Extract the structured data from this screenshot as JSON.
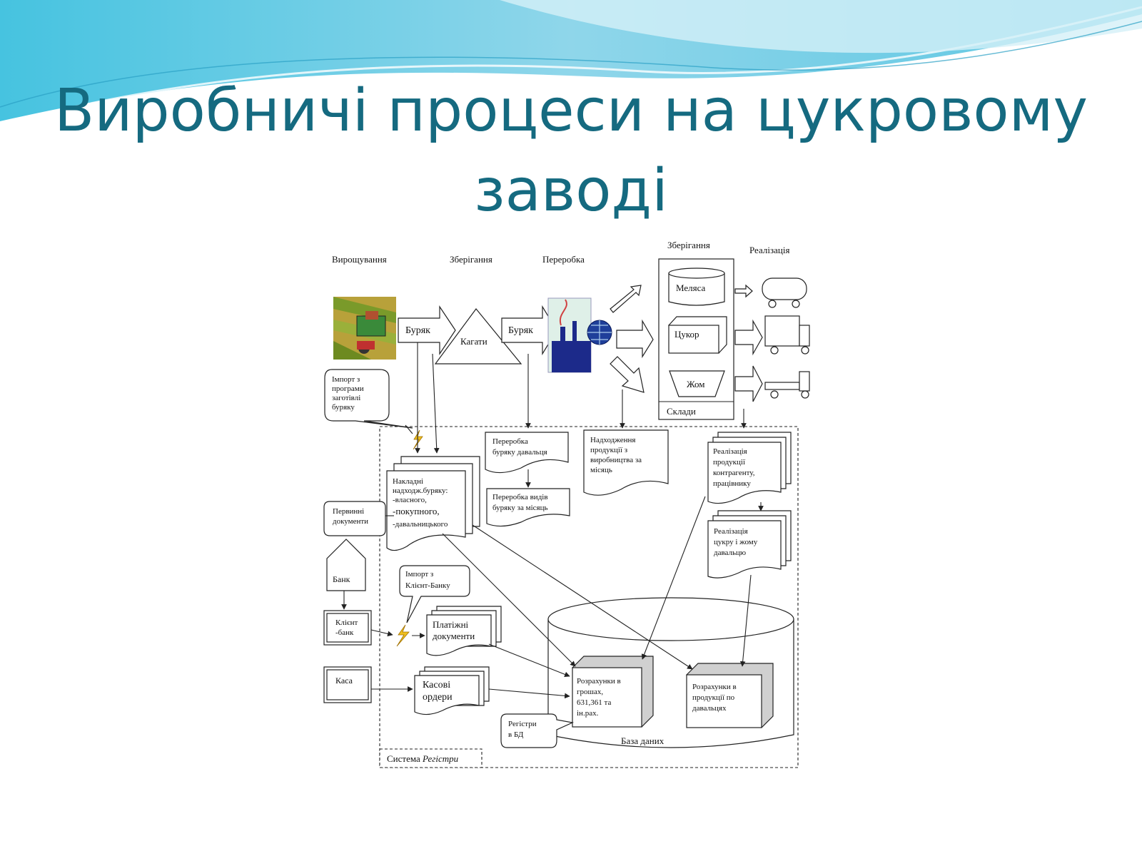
{
  "title": {
    "line1": "Виробничі процеси на цукровому",
    "line2": "заводі"
  },
  "colors": {
    "title": "#156a80",
    "wave_dark": "#3fb6d8",
    "wave_light": "#bfe8f3"
  },
  "stages": {
    "growing": "Вирощування",
    "storage": "Зберігання",
    "processing": "Переробка",
    "storage2": "Зберігання",
    "sales": "Реалізація"
  },
  "flow": {
    "beet1": "Буряк",
    "piles": "Кагати",
    "beet2": "Буряк"
  },
  "warehouse": {
    "molasses": "Меляса",
    "sugar": "Цукор",
    "pulp": "Жом",
    "label": "Склади"
  },
  "callouts": {
    "import_harvest": [
      "Імпорт з",
      "програми",
      "заготівлі",
      "буряку"
    ],
    "primary_docs": [
      "Первинні",
      "документи"
    ],
    "import_bank": [
      "Імпорт з",
      "Клієнт-Банку"
    ],
    "registers": [
      "Регістри",
      "в БД"
    ]
  },
  "docs": {
    "invoices": [
      "Накладні",
      "надходж.буряку:",
      "-власного,",
      "-покупного,",
      "-давальницького"
    ],
    "processing_client": [
      "Переробка",
      "буряку давальця"
    ],
    "processing_monthly": [
      "Переробка видів",
      "буряку за місяць"
    ],
    "receipt": [
      "Надходження",
      "продукції з",
      "виробництва за",
      "місяць"
    ],
    "sales_contractor": [
      "Реалізація",
      "продукції",
      "контрагенту,",
      "працівнику"
    ],
    "sales_client": [
      "Реалізація",
      "цукру і жому",
      "давальцю"
    ],
    "payment_docs": [
      "Платіжні",
      "документи"
    ],
    "cash_orders": [
      "Касові",
      "ордери"
    ]
  },
  "entities": {
    "bank": "Банк",
    "client_bank": [
      "Клієнт",
      "-банк"
    ],
    "cash": "Каса"
  },
  "database": {
    "label": "База даних",
    "money": [
      "Розрахунки в",
      "грошах,",
      "631,361 та",
      "ін.рах."
    ],
    "product": [
      "Розрахунки в",
      "продукції по",
      "давальцях"
    ]
  },
  "system": {
    "prefix": "Система ",
    "name": "Регістри"
  }
}
